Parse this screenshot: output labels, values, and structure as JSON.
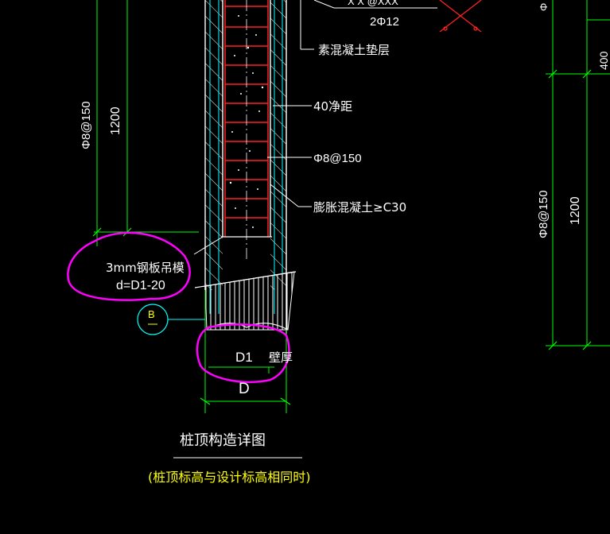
{
  "colors": {
    "background": "#000000",
    "green": "#00ff00",
    "cyan": "#00ffff",
    "red": "#ff2020",
    "white": "#ffffff",
    "yellow": "#ffff00",
    "magenta": "#ff00ff"
  },
  "labels": {
    "top_rebar_partial": "X X @XXX",
    "top_rebar": "2Φ12",
    "plain_concrete_cushion": "素混凝土垫层",
    "clear_distance": "40净距",
    "stirrup_center": "Φ8@150",
    "expansive_concrete": "膨胀混凝土≥C30",
    "left_stirrup": "Φ8@150",
    "left_length": "1200",
    "right_stirrup": "Φ8@150",
    "right_length": "1200",
    "right_partial_top": "Φ",
    "right_partial_dim": "400",
    "steel_plate_line1": "3mm钢板吊模",
    "steel_plate_line2": "d=D1-20",
    "section_marker_letter": "B",
    "dim_d1": "D1",
    "dim_wall": "壁厚",
    "dim_d": "D",
    "title": "桩顶构造详图",
    "subtitle": "(桩顶标高与设计标高相同时)"
  }
}
